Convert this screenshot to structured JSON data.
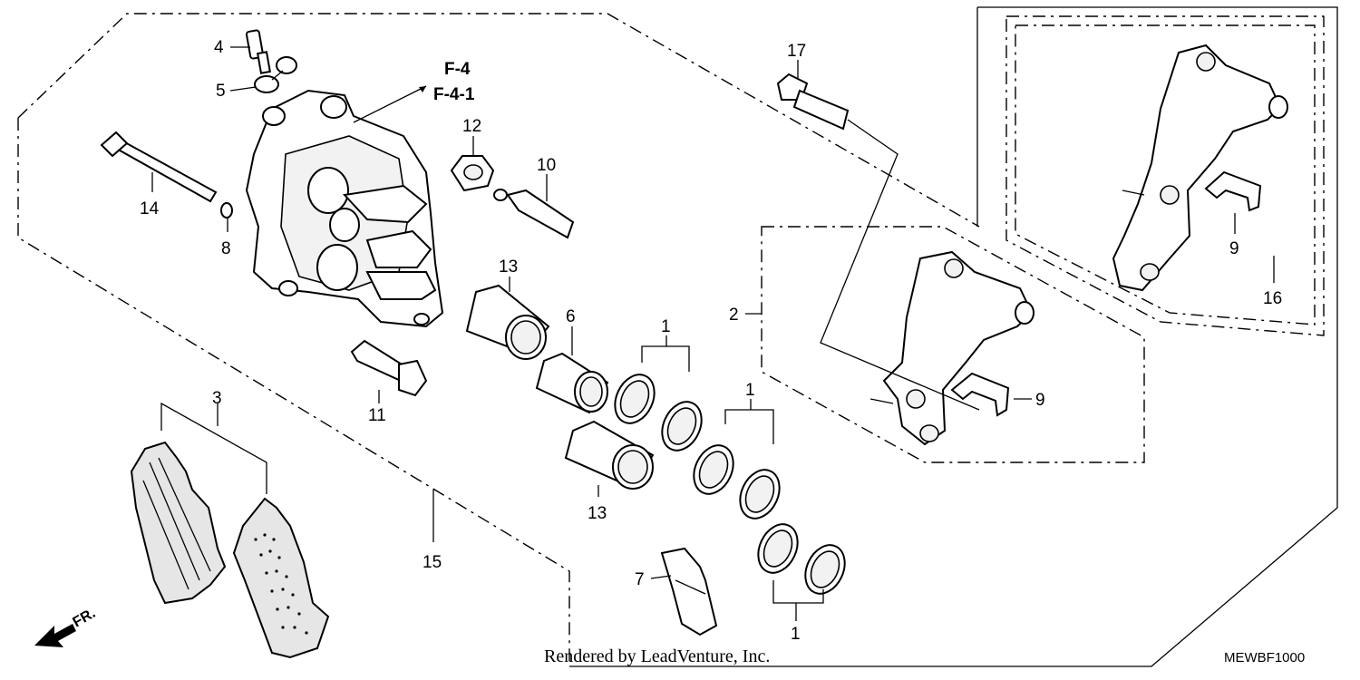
{
  "diagram": {
    "title": "",
    "callouts": [
      {
        "id": "c4",
        "label": "4"
      },
      {
        "id": "c5",
        "label": "5"
      },
      {
        "id": "c14",
        "label": "14"
      },
      {
        "id": "c8",
        "label": "8"
      },
      {
        "id": "c12",
        "label": "12"
      },
      {
        "id": "c10",
        "label": "10"
      },
      {
        "id": "c17",
        "label": "17"
      },
      {
        "id": "c13a",
        "label": "13"
      },
      {
        "id": "c6",
        "label": "6"
      },
      {
        "id": "c1a",
        "label": "1"
      },
      {
        "id": "c1b",
        "label": "1"
      },
      {
        "id": "c1c",
        "label": "1"
      },
      {
        "id": "c11",
        "label": "11"
      },
      {
        "id": "c3",
        "label": "3"
      },
      {
        "id": "c13b",
        "label": "13"
      },
      {
        "id": "c15",
        "label": "15"
      },
      {
        "id": "c7",
        "label": "7"
      },
      {
        "id": "c2",
        "label": "2"
      },
      {
        "id": "c9a",
        "label": "9"
      },
      {
        "id": "c9b",
        "label": "9"
      },
      {
        "id": "c16",
        "label": "16"
      }
    ],
    "reference_labels": [
      "F-4",
      "F-4-1"
    ],
    "direction_label": "FR.",
    "credit": "Rendered by LeadVenture, Inc.",
    "diagram_code": "MEWBF1000"
  }
}
